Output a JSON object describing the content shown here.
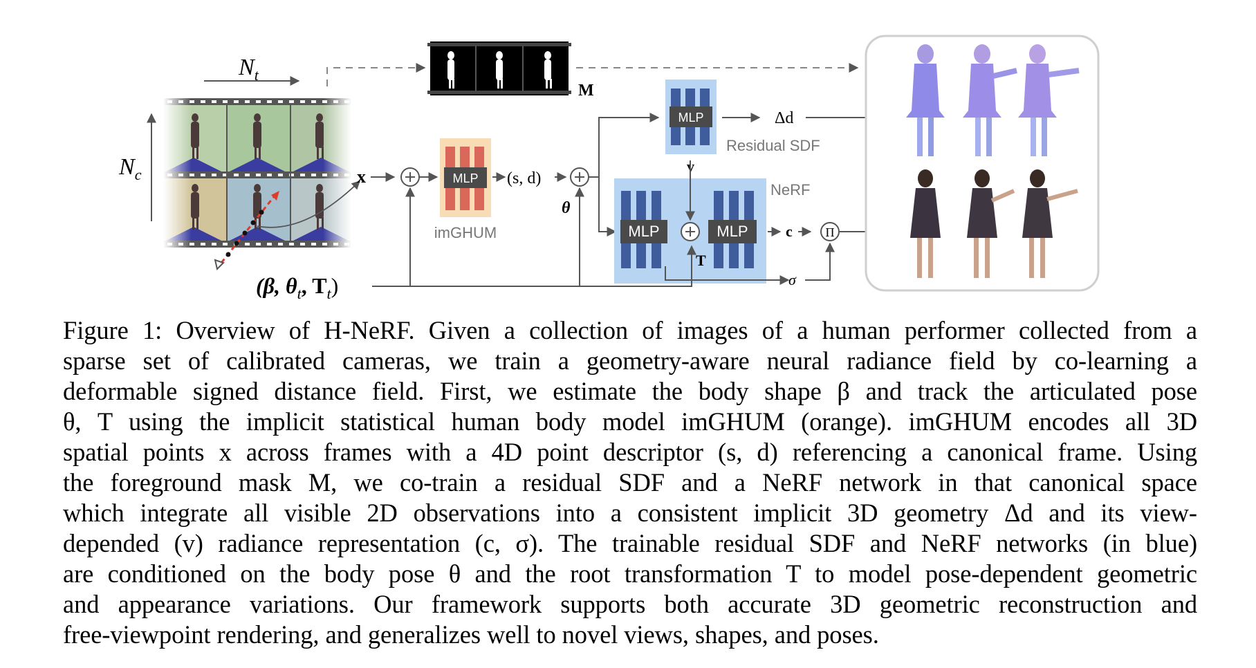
{
  "figure": {
    "labels": {
      "nt": "N",
      "nt_sub": "t",
      "nc": "N",
      "nc_sub": "c",
      "mask": "M",
      "x": "x",
      "sd": "(s, d)",
      "theta": "θ",
      "v": "v",
      "T": "T",
      "c": "c",
      "sigma": "σ",
      "delta_d": "Δd",
      "product": "Π",
      "inputs": "(β, θ",
      "inputs_sub_t": "t",
      "inputs_T": ", T",
      "inputs_end": ")",
      "mlp": "MLP",
      "imghum": "imGHUM",
      "residual_sdf": "Residual SDF",
      "nerf": "NeRF"
    },
    "colors": {
      "orange_bg": "#f7dcb5",
      "orange_block": "#d9685a",
      "blue_bg": "#b7d4f2",
      "blue_block": "#3f5d9c",
      "mlp_box": "#4a4a4a",
      "arrow": "#555555",
      "gray_label": "#777777"
    }
  },
  "caption": {
    "lines": [
      "Figure 1: Overview of H-NeRF. Given a collection of images of a human performer collected from a",
      "sparse set of calibrated cameras, we train a geometry-aware neural radiance field by co-learning a",
      "deformable signed distance field. First, we estimate the body shape β and track the articulated pose",
      "θ, T using the implicit statistical human body model imGHUM (orange). imGHUM encodes all 3D",
      "spatial points x across frames with a 4D point descriptor (s, d) referencing a canonical frame. Using",
      "the foreground mask M, we co-train a residual SDF and a NeRF network in that canonical space",
      "which integrate all visible 2D observations into a consistent implicit 3D geometry Δd and its view-",
      "depended (v) radiance representation (c, σ). The trainable residual SDF and NeRF networks (in blue)",
      "are conditioned on the body pose θ and the root transformation T to model pose-dependent geometric",
      "and appearance variations. Our framework supports both accurate 3D geometric reconstruction and",
      "free-viewpoint rendering, and generalizes well to novel views, shapes, and poses."
    ]
  }
}
